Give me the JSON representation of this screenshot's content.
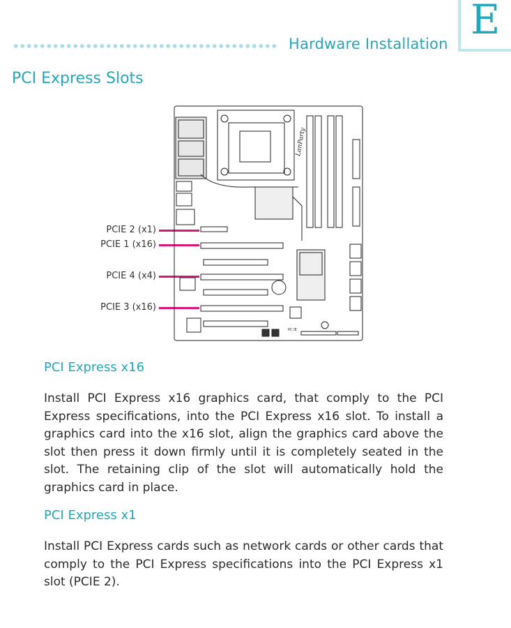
{
  "header": {
    "title": "Hardware Installation",
    "tab_letter": "E"
  },
  "section_title": "PCI Express Slots",
  "slot_labels": {
    "pcie2": "PCIE 2 (x1)",
    "pcie1": "PCIE 1 (x16)",
    "pcie4": "PCIE 4 (x4)",
    "pcie3": "PCIE 3 (x16)"
  },
  "board_labels": {
    "cpu_vendor_logo": "LanParty",
    "pcie_label": "PC IE"
  },
  "x16_section": {
    "title": "PCI Express x16",
    "body": "Install PCI Express x16 graphics card, that comply to the PCI Express specifications, into the PCI Express x16 slot. To install a graphics card into the x16 slot, align the graphics card above the slot then press it down firmly until it is completely seated in the slot. The retaining clip of the slot will automatically hold the graphics card in place."
  },
  "x1_section": {
    "title": "PCI Express x1",
    "body": "Install PCI Express cards such as network cards or other cards that comply to the PCI Express specifications into the PCI Express x1 slot (PCIE 2)."
  },
  "colors": {
    "accent": "#24a7b8",
    "pointer": "#d9177a",
    "dots": "#a9dce6"
  }
}
